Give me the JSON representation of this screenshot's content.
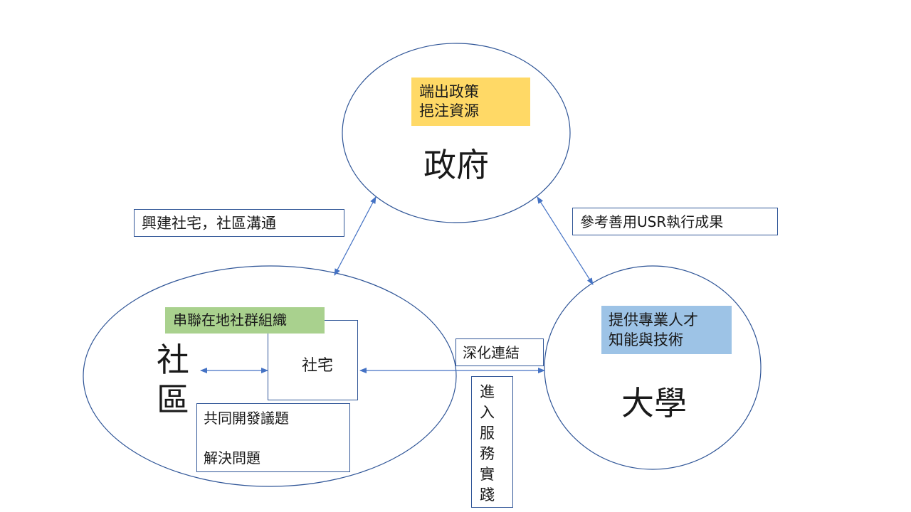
{
  "nodes": {
    "government": {
      "title": "政府",
      "role": "端出政策\n挹注資源"
    },
    "community": {
      "title": "社\n區",
      "role": "串聯在地社群組織",
      "shared": "共同開發議題\n\n解決問題"
    },
    "university": {
      "title": "大學",
      "role": "提供專業人才\n知能與技術"
    },
    "social_housing": {
      "label": "社宅"
    }
  },
  "links": {
    "community_government": "興建社宅，社區溝通",
    "government_university": "參考善用USR執行成果",
    "housing_university": "深化連結",
    "university_service": "進\n入\n服\n務\n實\n踐"
  },
  "colors": {
    "outline": "#2f5597",
    "arrow": "#4472c4",
    "government_tag": "#ffd966",
    "community_tag": "#a9d18e",
    "university_tag": "#9dc3e6"
  }
}
